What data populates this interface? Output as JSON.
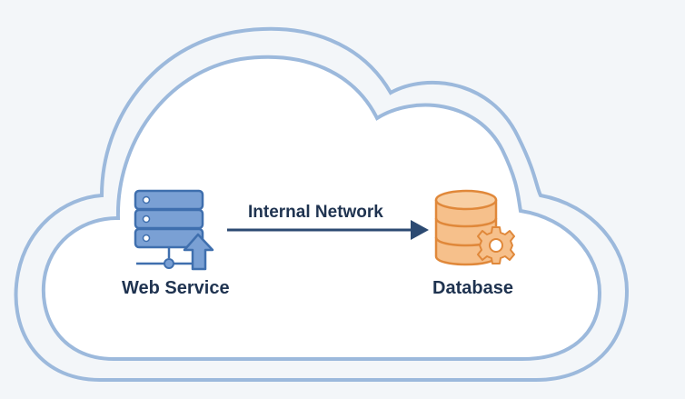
{
  "diagram": {
    "container": {
      "label": "",
      "shape": "cloud",
      "outline_color": "#8fb0d6",
      "fill_color": "#ffffff"
    },
    "nodes": [
      {
        "id": "web-service",
        "label": "Web Service",
        "icon": "server-upload-icon",
        "color": "#5a86c0"
      },
      {
        "id": "database",
        "label": "Database",
        "icon": "database-gear-icon",
        "color": "#f0a55e"
      }
    ],
    "edges": [
      {
        "from": "web-service",
        "to": "database",
        "label": "Internal Network",
        "color": "#2c4a72",
        "arrow": "end"
      }
    ]
  }
}
